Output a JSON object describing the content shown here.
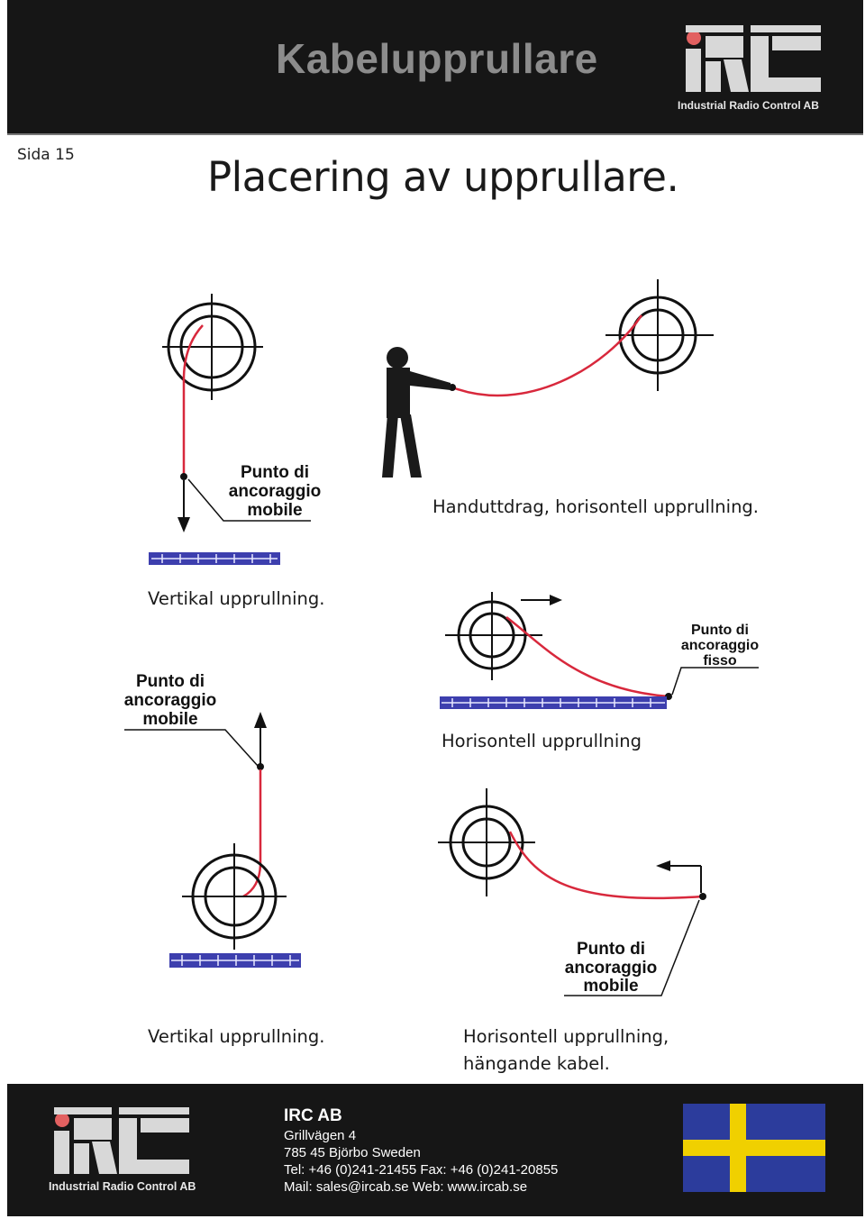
{
  "header": {
    "title": "Kabelupprullare",
    "logo_caption": "Industrial Radio Control AB"
  },
  "page": {
    "number": "Sida 15",
    "title": "Placering av upprullare."
  },
  "diagram_labels": {
    "mobile_line1": "Punto di",
    "mobile_line2": "ancoraggio",
    "mobile_line3": "mobile",
    "fixed_line1": "Punto di",
    "fixed_line2": "ancoraggio",
    "fixed_line3": "fisso"
  },
  "captions": {
    "hand_pull": "Handuttdrag, horisontell upprullning.",
    "vertical_top": "Vertikal upprullning.",
    "horizontal": "Horisontell upprullning",
    "vertical_bottom": "Vertikal upprullning.",
    "horizontal_hanging_line1": "Horisontell upprullning,",
    "horizontal_hanging_line2": "hängande kabel."
  },
  "footer": {
    "logo_caption": "Industrial Radio Control AB",
    "company": "IRC AB",
    "address1": "Grillvägen 4",
    "address2": "785 45 Björbo Sweden",
    "phone": "Tel: +46 (0)241-21455 Fax: +46 (0)241-20855",
    "contact": "Mail: sales@ircab.se Web: www.ircab.se"
  },
  "colors": {
    "cable": "#d8283c",
    "ground": "#3d3fae",
    "header_bg": "#161616",
    "title_gray": "#8c8c8c",
    "flag_blue": "#2c3c9c",
    "flag_yellow": "#f0d000"
  },
  "icons": [
    "irc-logo-icon",
    "sweden-flag-icon",
    "person-silhouette-icon",
    "arrow-icon"
  ]
}
